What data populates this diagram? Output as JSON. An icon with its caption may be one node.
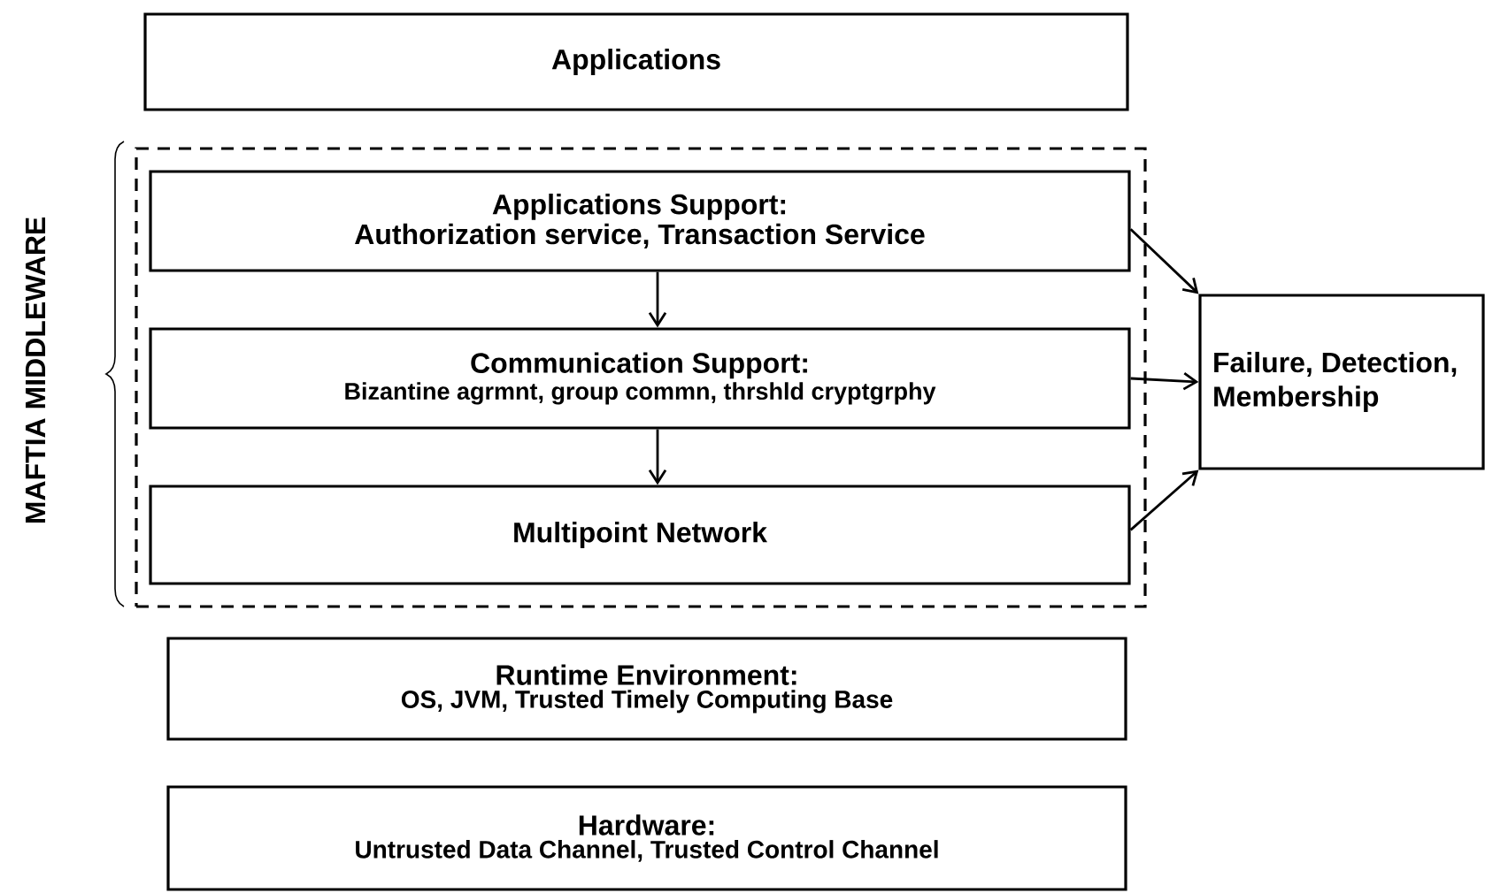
{
  "diagram": {
    "nodes": [
      {
        "text": [
          "Applications"
        ]
      },
      {
        "text": [
          "MAFTIA MIDDLEWARE"
        ]
      },
      {
        "text": [
          "Applications Support:",
          "Authorization service, Transaction Service"
        ],
        "in": 1
      },
      {
        "text": [
          "Communication Support:",
          "Bizantine agrmnt, group commn, thrshld cryptgrphy"
        ],
        "in": 1
      },
      {
        "text": [
          "Multipoint Network"
        ],
        "in": 1
      },
      {
        "text": [
          "Failure, Detection, Membership"
        ]
      },
      {
        "text": [
          "Runtime Environment:",
          "OS, JVM, Trusted Timely Computing Base"
        ]
      },
      {
        "text": [
          "Hardware:",
          "Untrusted Data Channel, Trusted Control Channel"
        ]
      }
    ],
    "edges": [
      {
        "from": 2,
        "to": 3,
        "arrow": "to"
      },
      {
        "from": 3,
        "to": 4,
        "arrow": "to"
      },
      {
        "from": 2,
        "to": 5,
        "arrow": "to"
      },
      {
        "from": 3,
        "to": 5,
        "arrow": "to"
      },
      {
        "from": 4,
        "to": 5,
        "arrow": "to"
      }
    ]
  }
}
